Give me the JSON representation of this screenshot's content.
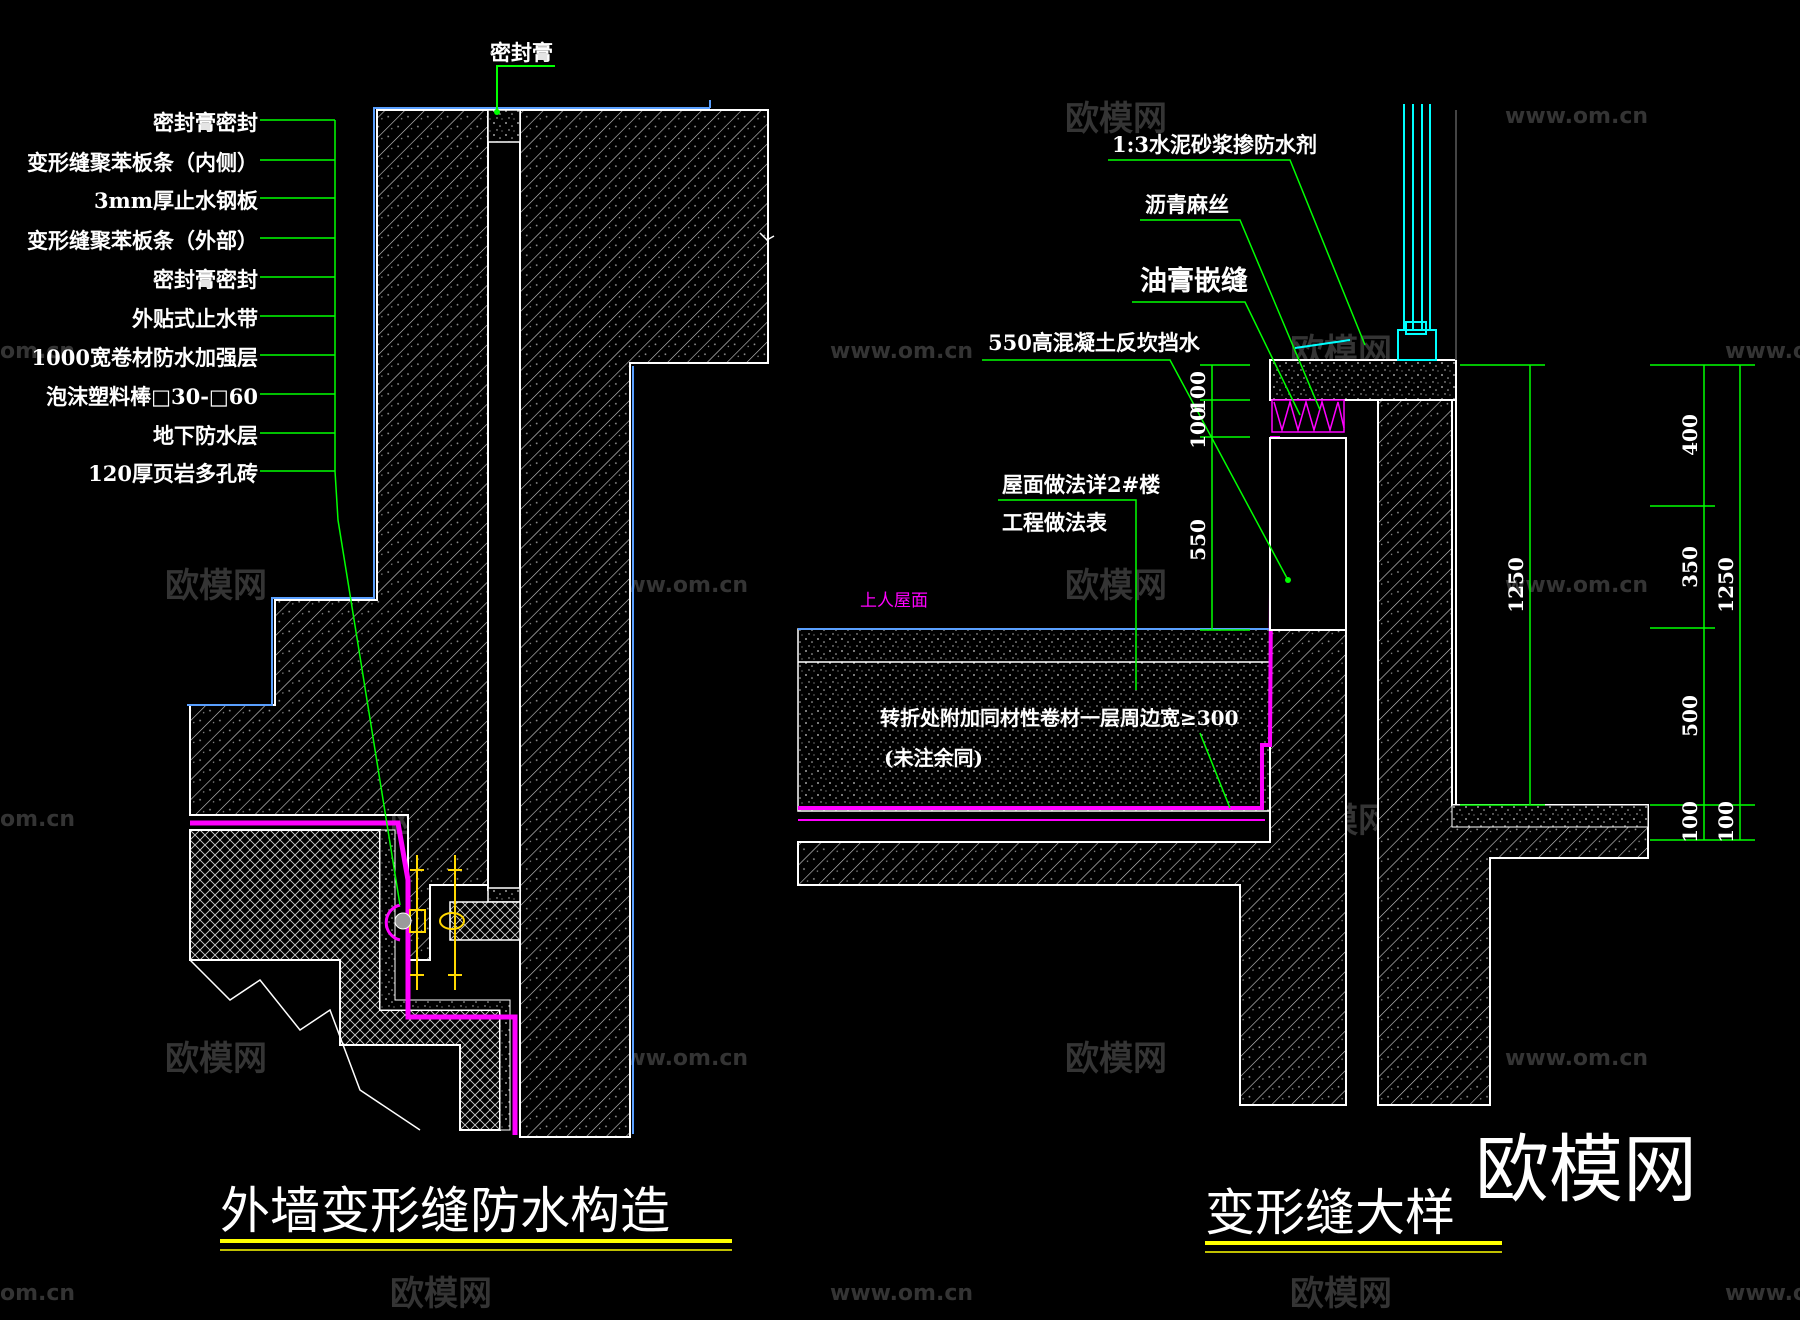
{
  "watermark": {
    "text_cn": "欧模网",
    "text_url": "www.om.cn",
    "text_url_short": "om.cn",
    "logo": "欧模网"
  },
  "left_detail": {
    "title": "外墙变形缝防水构造",
    "top_label": "密封膏",
    "labels": [
      "密封膏密封",
      "变形缝聚苯板条（内侧）",
      "3mm厚止水钢板",
      "变形缝聚苯板条（外部）",
      "密封膏密封",
      "外贴式止水带",
      "1000宽卷材防水加强层",
      "泡沫塑料棒□30-□60",
      "地下防水层",
      "120厚页岩多孔砖"
    ]
  },
  "right_detail": {
    "title": "变形缝大样",
    "labels": {
      "mortar": "1:3水泥砂浆掺防水剂",
      "hemp": "沥青麻丝",
      "caulk": "油膏嵌缝",
      "upstand": "550高混凝土反坎挡水",
      "roof_1": "屋面做法详2#楼",
      "roof_2": "工程做法表",
      "roof_level": "上人屋面",
      "note_1": "转折处附加同材性卷材一层周边宽≥300",
      "note_2": "(未注余同)"
    },
    "dims_left": [
      "100",
      "100",
      "550"
    ],
    "dims_mid": [
      "1250"
    ],
    "dims_right": [
      "400",
      "350",
      "500",
      "100",
      "100"
    ],
    "dims_right_total": "1250"
  },
  "colors": {
    "background": "#000000",
    "outline": "#ffffff",
    "leader": "#00ff00",
    "membrane": "#ff00ff",
    "cyan": "#00ffff",
    "underline": "#ffff00",
    "waterstop": "#ffd700"
  }
}
